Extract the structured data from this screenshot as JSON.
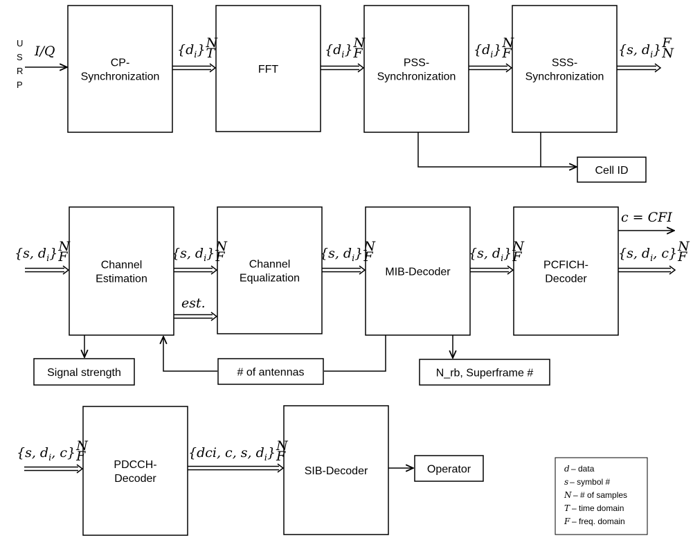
{
  "source_label": [
    "U",
    "S",
    "R",
    "P"
  ],
  "input_label": "I/Q",
  "blocks": {
    "cp_sync": [
      "CP-",
      "Synchronization"
    ],
    "fft": [
      "FFT"
    ],
    "pss_sync": [
      "PSS-",
      "Synchronization"
    ],
    "sss_sync": [
      "SSS-",
      "Synchronization"
    ],
    "cell_id": [
      "Cell ID"
    ],
    "channel_estimation": [
      "Channel",
      "Estimation"
    ],
    "channel_equalization": [
      "Channel",
      "Equalization"
    ],
    "mib_decoder": [
      "MIB-Decoder"
    ],
    "pcfich_decoder": [
      "PCFICH-",
      "Decoder"
    ],
    "signal_strength": [
      "Signal strength"
    ],
    "num_antennas": [
      "# of antennas"
    ],
    "nrb_superframe": [
      "N_rb, Superframe #"
    ],
    "pdcch_decoder": [
      "PDCCH-",
      "Decoder"
    ],
    "sib_decoder": [
      "SIB-Decoder"
    ],
    "operator": [
      "Operator"
    ]
  },
  "signals": {
    "row1_cp_fft": {
      "base": "{d",
      "sub": "i",
      "close": "}",
      "sup": "N",
      "subscript": "T"
    },
    "row1_fft_pss": {
      "base": "{d",
      "sub": "i",
      "close": "}",
      "sup": "N",
      "subscript": "F"
    },
    "row1_pss_sss": {
      "base": "{d",
      "sub": "i",
      "close": "}",
      "sup": "N",
      "subscript": "F"
    },
    "row1_out": {
      "base": "{s, d",
      "sub": "i",
      "close": "}",
      "sup": "F",
      "subscript": "N"
    },
    "row2_in": {
      "base": "{s, d",
      "sub": "i",
      "close": "}",
      "sup": "N",
      "subscript": "F"
    },
    "row2_est_eq": {
      "base": "{s, d",
      "sub": "i",
      "close": "}",
      "sup": "N",
      "subscript": "F"
    },
    "row2_est_label": "est.",
    "row2_eq_mib": {
      "base": "{s, d",
      "sub": "i",
      "close": "}",
      "sup": "N",
      "subscript": "F"
    },
    "row2_mib_pcfich": {
      "base": "{s, d",
      "sub": "i",
      "close": "}",
      "sup": "N",
      "subscript": "F"
    },
    "row2_cfi": "c = CFI",
    "row2_out": {
      "base": "{s, d",
      "sub": "i",
      "close": ", c}",
      "sup": "N",
      "subscript": "F"
    },
    "row3_in": {
      "base": "{s, d",
      "sub": "i",
      "close": ", c}",
      "sup": "N",
      "subscript": "F"
    },
    "row3_pdcch_sib": {
      "base": "{dci, c, s, d",
      "sub": "i",
      "close": "}",
      "sup": "N",
      "subscript": "F"
    }
  },
  "legend": [
    {
      "sym": "d",
      "text": "data"
    },
    {
      "sym": "s",
      "text": "symbol #"
    },
    {
      "sym": "N",
      "text": "# of samples"
    },
    {
      "sym": "T",
      "text": "time domain"
    },
    {
      "sym": "F",
      "text": "freq. domain"
    }
  ]
}
